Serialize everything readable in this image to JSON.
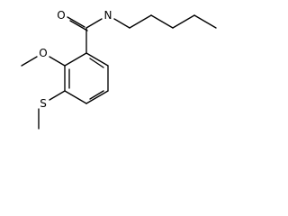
{
  "molecule": {
    "atoms": {
      "oxygen_carbonyl": "O",
      "nitrogen_amide": "N",
      "oxygen_methoxy": "O",
      "sulfur_thioether": "S"
    }
  }
}
